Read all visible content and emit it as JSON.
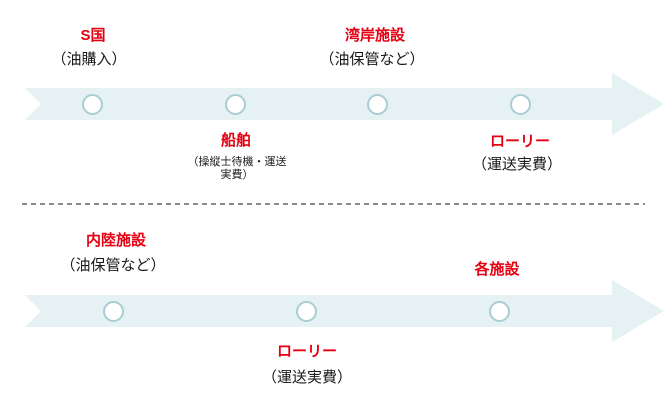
{
  "colors": {
    "accent_red": "#e60012",
    "band_fill": "#e6f1f3",
    "circle_border": "#a9cdd5",
    "divider_gray": "#8c8c8c",
    "text_black": "#1a1a1a"
  },
  "top_flow": {
    "station1": {
      "name": "S国",
      "detail": "（油購入）"
    },
    "station2": {
      "name": "湾岸施設",
      "detail": "（油保管など）"
    },
    "carrier1": {
      "name": "船舶",
      "detail_line1": "（操縦士待機・運送",
      "detail_line2": "実費）"
    },
    "carrier2": {
      "name": "ローリー",
      "detail": "（運送実費）"
    }
  },
  "bottom_flow": {
    "station1": {
      "name": "内陸施設",
      "detail": "（油保管など）"
    },
    "station2": {
      "name": "各施設"
    },
    "carrier1": {
      "name": "ローリー",
      "detail": "（運送実費）"
    }
  }
}
